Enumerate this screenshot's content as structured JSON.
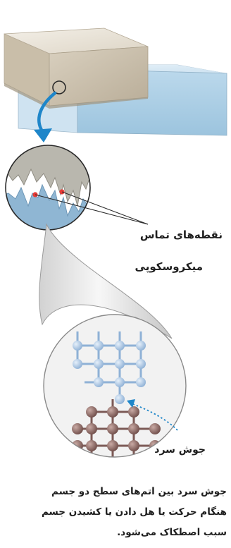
{
  "labels": {
    "contact_points": "نقطه‌های تماس",
    "microscopic": "میکروسکوپی",
    "cold_weld": "جوش سرد"
  },
  "caption": {
    "line1": "جوش سرد بین اتم‌های سطح دو جسم",
    "line2": "هنگام حرکت یا هل دادن یا کشیدن جسم",
    "line3": "سبب اصطکاک می‌شود."
  },
  "colors": {
    "block_top": "#e8e2d6",
    "block_front": "#cfc5b2",
    "slab_top": "#dcebf5",
    "slab_front": "#aecfe4",
    "arrow": "#1f86c9",
    "atom_light": "#a9c7e6",
    "atom_dark": "#8f6e6a",
    "contact_dot": "#e53935"
  }
}
